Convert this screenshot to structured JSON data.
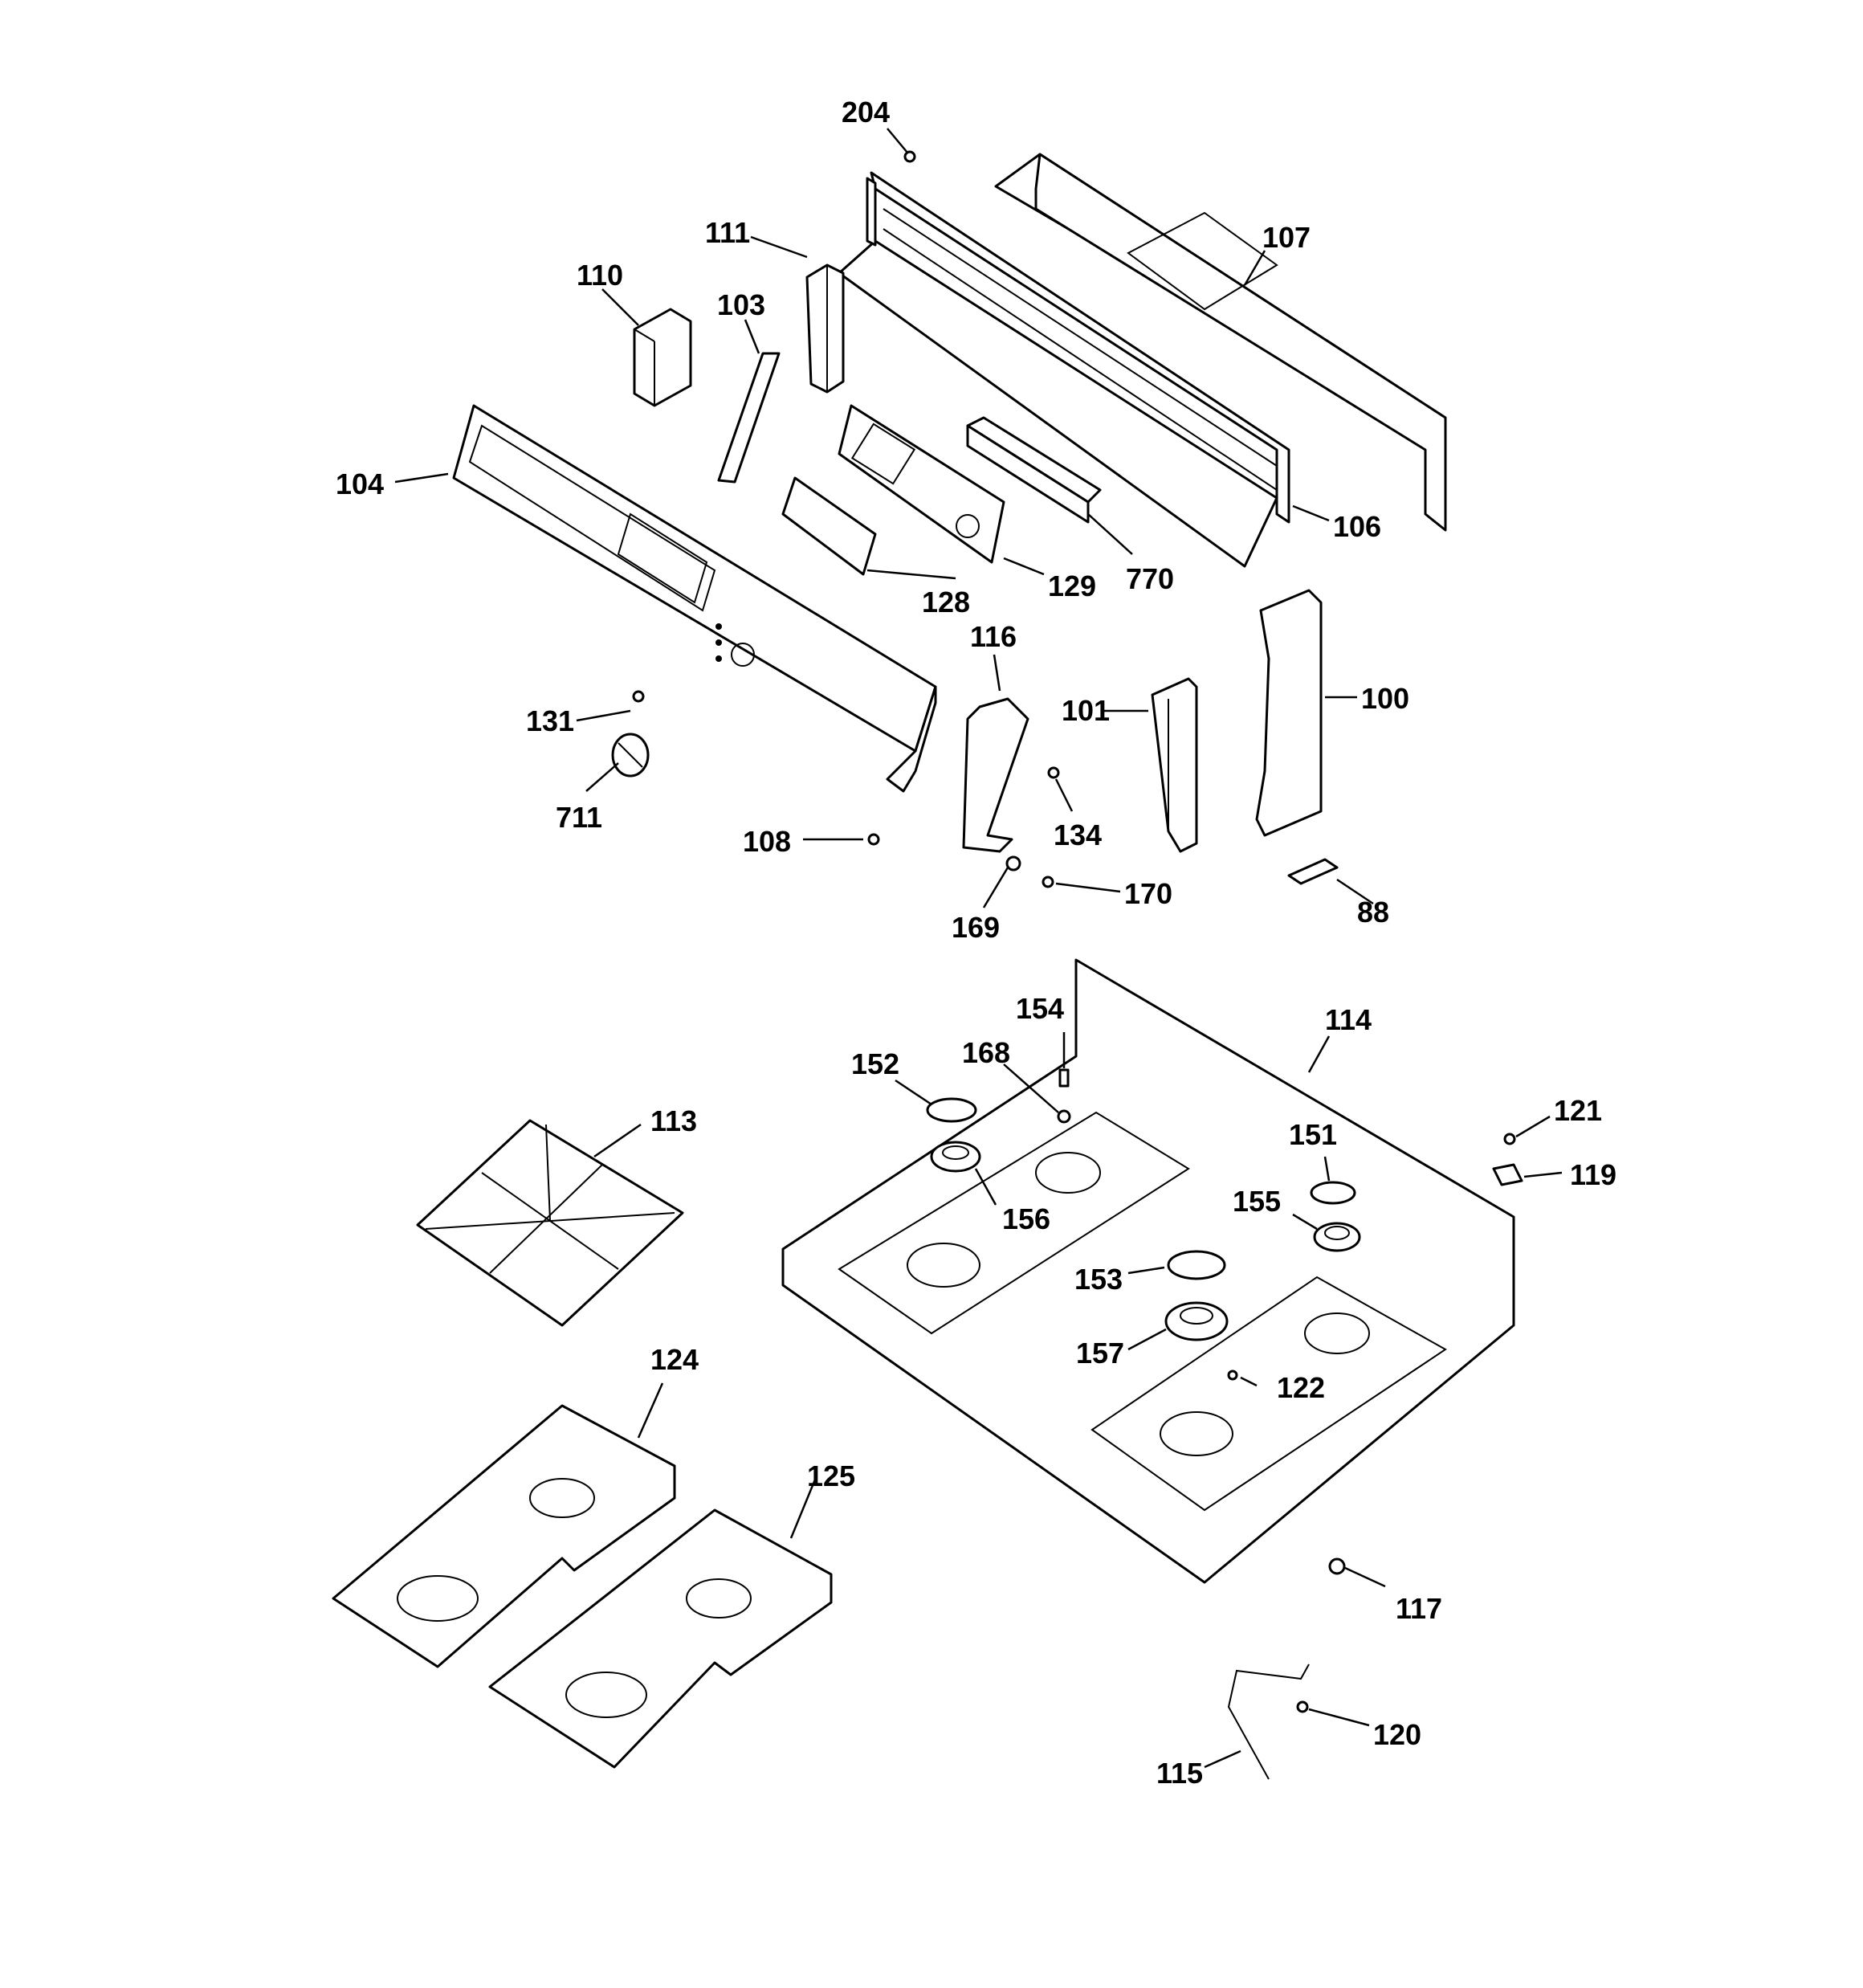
{
  "labels": {
    "p204": "204",
    "p107": "107",
    "p111": "111",
    "p110": "110",
    "p103": "103",
    "p104": "104",
    "p106": "106",
    "p129": "129",
    "p128": "128",
    "p770": "770",
    "p116": "116",
    "p101": "101",
    "p100": "100",
    "p131": "131",
    "p711": "711",
    "p108": "108",
    "p134": "134",
    "p169": "169",
    "p170": "170",
    "p88": "88",
    "p154": "154",
    "p114": "114",
    "p152": "152",
    "p168": "168",
    "p121": "121",
    "p113": "113",
    "p151": "151",
    "p119": "119",
    "p156": "156",
    "p155": "155",
    "p153": "153",
    "p157": "157",
    "p124": "124",
    "p122": "122",
    "p125": "125",
    "p117": "117",
    "p120": "120",
    "p115": "115"
  }
}
